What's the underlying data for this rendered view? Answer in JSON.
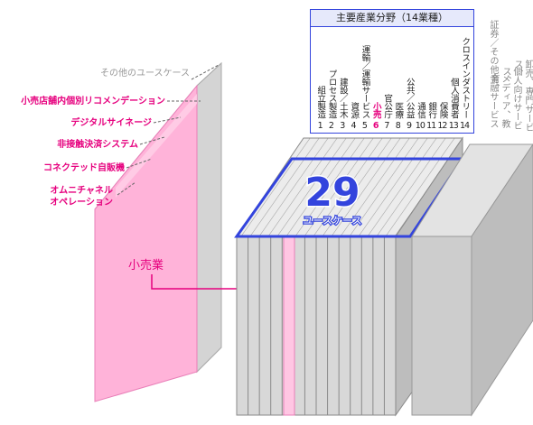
{
  "legend": {
    "title": "主要産業分野（14業種）",
    "industries": [
      {
        "label": "組立製造",
        "num": "1",
        "highlight": false
      },
      {
        "label": "プロセス製造",
        "num": "2",
        "highlight": false
      },
      {
        "label": "建設／土木",
        "num": "3",
        "highlight": false
      },
      {
        "label": "資源",
        "num": "4",
        "highlight": false
      },
      {
        "label": "運輸／運輸サービス",
        "num": "5",
        "highlight": false
      },
      {
        "label": "小売",
        "num": "6",
        "highlight": true
      },
      {
        "label": "官公庁",
        "num": "7",
        "highlight": false
      },
      {
        "label": "医療",
        "num": "8",
        "highlight": false
      },
      {
        "label": "公共／公益",
        "num": "9",
        "highlight": false
      },
      {
        "label": "通信",
        "num": "10",
        "highlight": false
      },
      {
        "label": "銀行",
        "num": "11",
        "highlight": false
      },
      {
        "label": "保険",
        "num": "12",
        "highlight": false
      },
      {
        "label": "個人消費者",
        "num": "13",
        "highlight": false
      },
      {
        "label": "クロスインダストリー",
        "num": "14",
        "highlight": false
      }
    ]
  },
  "right_side": {
    "col1": "卸売、専門サービス、",
    "col2": "個人向けサービス、",
    "col3": "メディア、教育、",
    "col4": "証券／その他金融サービス"
  },
  "retail_usecases": [
    {
      "label": "その他のユースケース",
      "style": "gray"
    },
    {
      "label": "小売店舗内個別リコメンデーション",
      "style": "magenta"
    },
    {
      "label": "デジタルサイネージ",
      "style": "magenta"
    },
    {
      "label": "非接触決済システム",
      "style": "magenta"
    },
    {
      "label": "コネクテッド自販機",
      "style": "magenta"
    },
    {
      "label": "オムニチャネル",
      "style": "magenta"
    },
    {
      "label": "オペレーション",
      "style": "magenta"
    }
  ],
  "retail_label": "小売業",
  "center": {
    "count": "29",
    "unit": "ユースケース"
  },
  "colors": {
    "magenta": "#e6007e",
    "pink_face": "#ffb3d9",
    "blue": "#3344dd",
    "gray_text": "#999999"
  }
}
